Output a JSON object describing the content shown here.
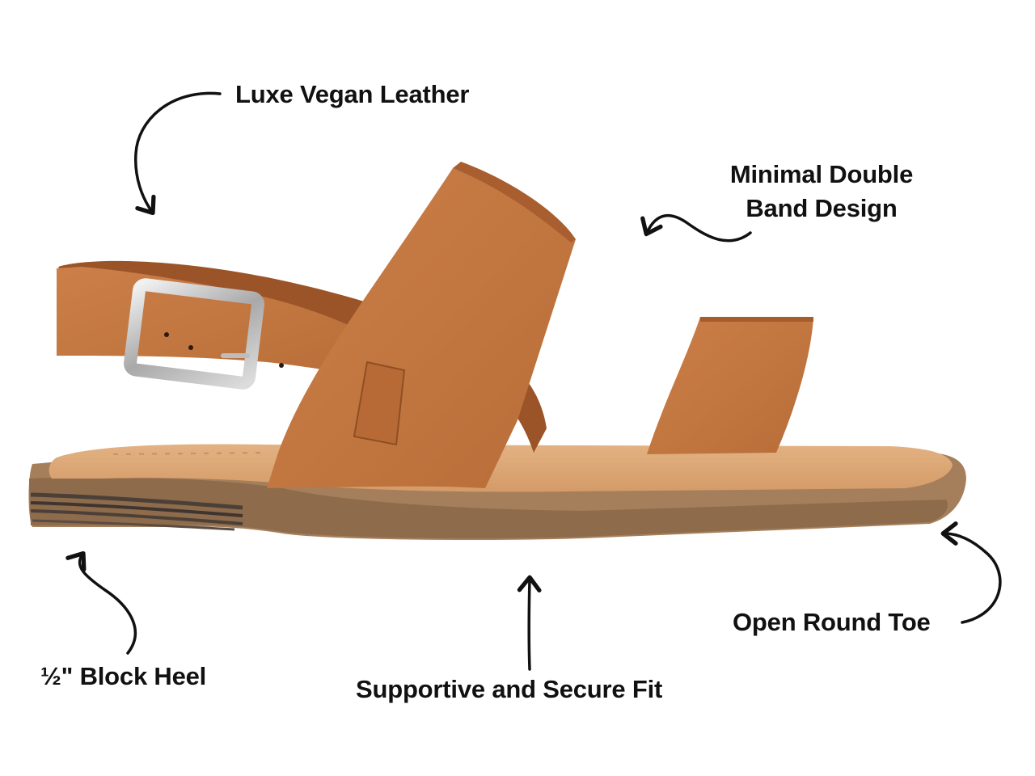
{
  "image": {
    "subject": "sandal-product-photo",
    "colors": {
      "strap": "#c1753f",
      "strap_shadow": "#8f4e23",
      "footbed": "#deaa78",
      "sole": "#a07c5a",
      "buckle": "#c8c8c8",
      "background": "#ffffff",
      "ink": "#111111"
    }
  },
  "callouts": {
    "leather": "Luxe Vegan Leather",
    "band_line1": "Minimal Double",
    "band_line2": "Band Design",
    "heel": "½\" Block Heel",
    "fit": "Supportive and Secure Fit",
    "toe": "Open Round Toe"
  }
}
